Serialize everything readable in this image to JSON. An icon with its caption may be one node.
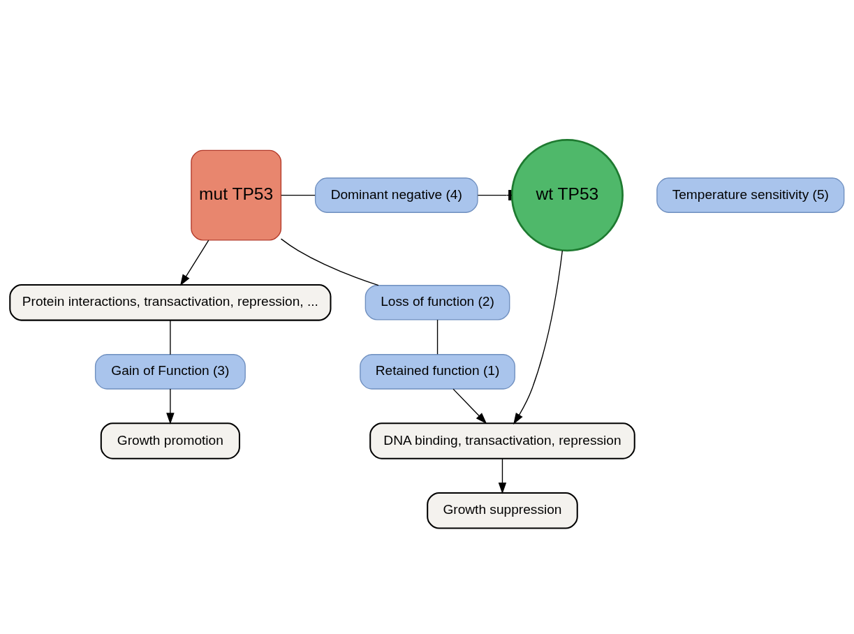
{
  "diagram": {
    "nodes": [
      {
        "text": [
          "wt TP53"
        ]
      },
      {
        "text": [
          "Dominant negative (4)"
        ]
      },
      {
        "text": [
          "mut TP53"
        ]
      },
      {
        "text": [
          "Temperature sensitivity (5)"
        ]
      },
      {
        "text": [
          "Loss of function (2)"
        ]
      },
      {
        "text": [
          "Retained function (1)"
        ]
      },
      {
        "text": [
          "DNA binding, transactivation, repression"
        ]
      },
      {
        "text": [
          "Protein interactions, transactivation, repression, ..."
        ]
      },
      {
        "text": [
          "Gain of Function (3)"
        ]
      },
      {
        "text": [
          "Growth suppression"
        ]
      },
      {
        "text": [
          "Growth promotion"
        ]
      }
    ],
    "edges": [
      {
        "from": 2,
        "to": 1,
        "arrow": "none"
      },
      {
        "from": 1,
        "to": 0,
        "arrow": "other"
      },
      {
        "from": 2,
        "to": 4,
        "arrow": "none"
      },
      {
        "from": 4,
        "to": 5,
        "arrow": "none"
      },
      {
        "from": 5,
        "to": 6,
        "arrow": "to"
      },
      {
        "from": 0,
        "to": 6,
        "arrow": "to"
      },
      {
        "from": 2,
        "to": 7,
        "arrow": "to"
      },
      {
        "from": 7,
        "to": 8,
        "arrow": "none"
      },
      {
        "from": 8,
        "to": 10,
        "arrow": "to"
      },
      {
        "from": 6,
        "to": 9,
        "arrow": "to"
      }
    ]
  }
}
